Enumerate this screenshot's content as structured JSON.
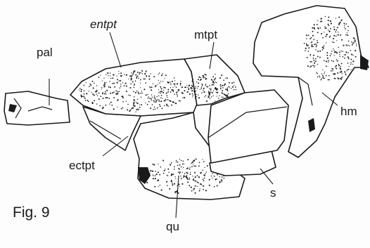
{
  "labels": {
    "pal": "pal",
    "entpt": "entpt",
    "mtpt": "mtpt",
    "ectpt": "ectpt",
    "qu": "qu",
    "s": "s",
    "hm": "hm"
  },
  "figure_caption": "Fig. 9",
  "colors": {
    "ink": "#1a1a1a",
    "paper": "#fdfdfd"
  }
}
